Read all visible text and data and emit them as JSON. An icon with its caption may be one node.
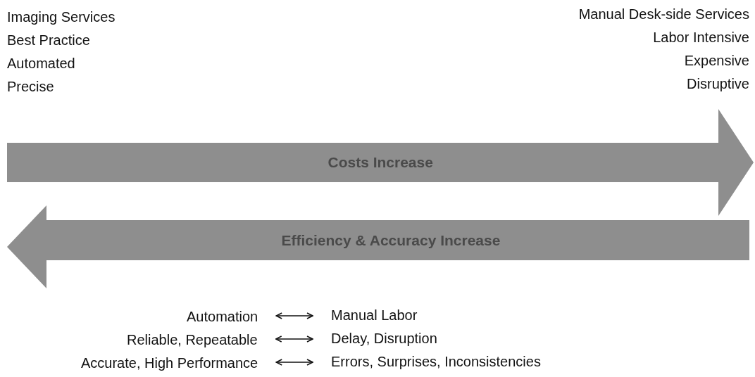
{
  "diagram": {
    "nodes": [
      {
        "text": [
          "Costs Increase"
        ]
      },
      {
        "text": [
          "Efficiency & Accuracy Increase"
        ]
      },
      {
        "text": [
          "Automation"
        ]
      },
      {
        "text": [
          "Manual Labor"
        ]
      },
      {
        "text": [
          "Reliable, Repeatable"
        ]
      },
      {
        "text": [
          "Delay, Disruption"
        ]
      },
      {
        "text": [
          "Accurate, High Performance"
        ]
      },
      {
        "text": [
          "Errors, Surprises, Inconsistencies"
        ]
      }
    ],
    "edges": [
      {
        "from": 2,
        "to": 3,
        "arrow": "both"
      },
      {
        "from": 4,
        "to": 5,
        "arrow": "both"
      },
      {
        "from": 6,
        "to": 7,
        "arrow": "both"
      }
    ],
    "labels": [
      "Imaging Services",
      "Best Practice",
      "Automated",
      "Precise",
      "Manual Desk-side Services",
      "Labor Intensive",
      "Expensive",
      "Disruptive"
    ]
  }
}
